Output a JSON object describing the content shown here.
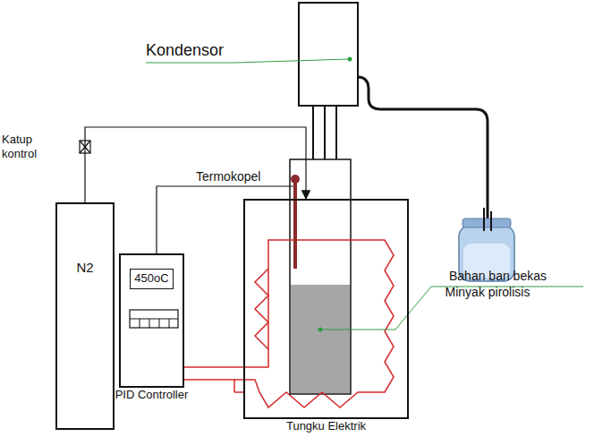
{
  "diagram": {
    "nodes": [
      {
        "text": [
          "N2"
        ]
      },
      {
        "text": [
          "450oC",
          "PID Controller"
        ]
      },
      {
        "text": [
          "Tungku Elektrik"
        ]
      }
    ],
    "edges": [
      {
        "from": 0,
        "to": 2,
        "arrow": "to"
      },
      {
        "from": 1,
        "to": 2,
        "arrow": "none"
      }
    ],
    "labels": [
      "Kondensor",
      "Katup kontrol",
      "Termokopel",
      "Minyak pirolisis",
      "Bahan ban bekas"
    ]
  }
}
